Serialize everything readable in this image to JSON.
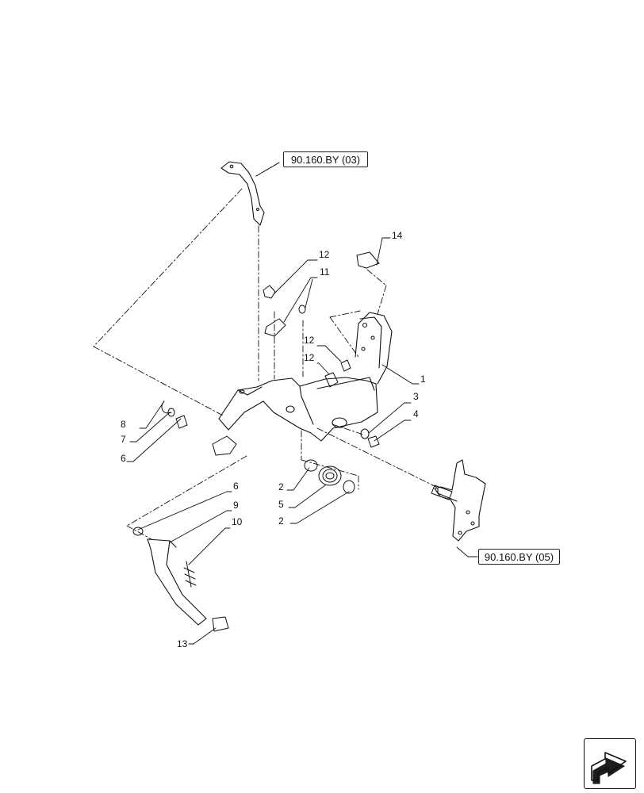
{
  "references": {
    "top": "90.160.BY (03)",
    "bottom": "90.160.BY (05)"
  },
  "callouts": [
    "14",
    "12",
    "11",
    "12",
    "12",
    "1",
    "3",
    "4",
    "8",
    "7",
    "6",
    "2",
    "5",
    "2",
    "6",
    "9",
    "10",
    "13"
  ],
  "nav_icon": "next-page-arrow-icon",
  "colors": {
    "line": "#111111",
    "background": "#ffffff"
  }
}
